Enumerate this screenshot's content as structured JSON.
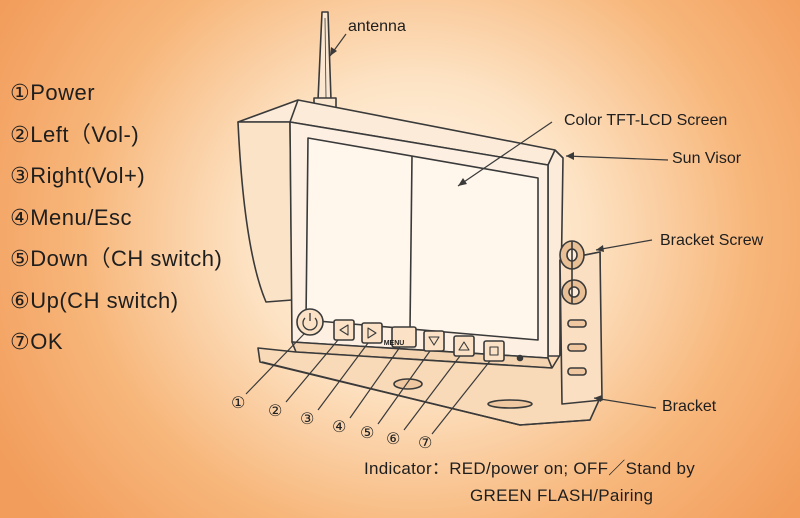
{
  "legend": [
    {
      "marker": "①",
      "label": "Power"
    },
    {
      "marker": "②",
      "label": "Left（Vol-)"
    },
    {
      "marker": "③",
      "label": "Right(Vol+)"
    },
    {
      "marker": "④",
      "label": "Menu/Esc"
    },
    {
      "marker": "⑤",
      "label": "Down（CH switch)"
    },
    {
      "marker": "⑥",
      "label": "Up(CH switch)"
    },
    {
      "marker": "⑦",
      "label": "OK"
    }
  ],
  "callouts": {
    "antenna": "antenna",
    "screen": "Color TFT-LCD  Screen",
    "sun_visor": "Sun  Visor",
    "bracket_screw": "Bracket Screw",
    "bracket": "Bracket"
  },
  "buttons": {
    "menu_label": "MENU",
    "numbers": [
      "①",
      "②",
      "③",
      "④",
      "⑤",
      "⑥",
      "⑦"
    ]
  },
  "indicator": {
    "line1": "Indicator：RED/power on; OFF／Stand by",
    "line2": "GREEN FLASH/Pairing"
  },
  "colors": {
    "background": "#f7b67a",
    "line": "#3a3a3a"
  }
}
